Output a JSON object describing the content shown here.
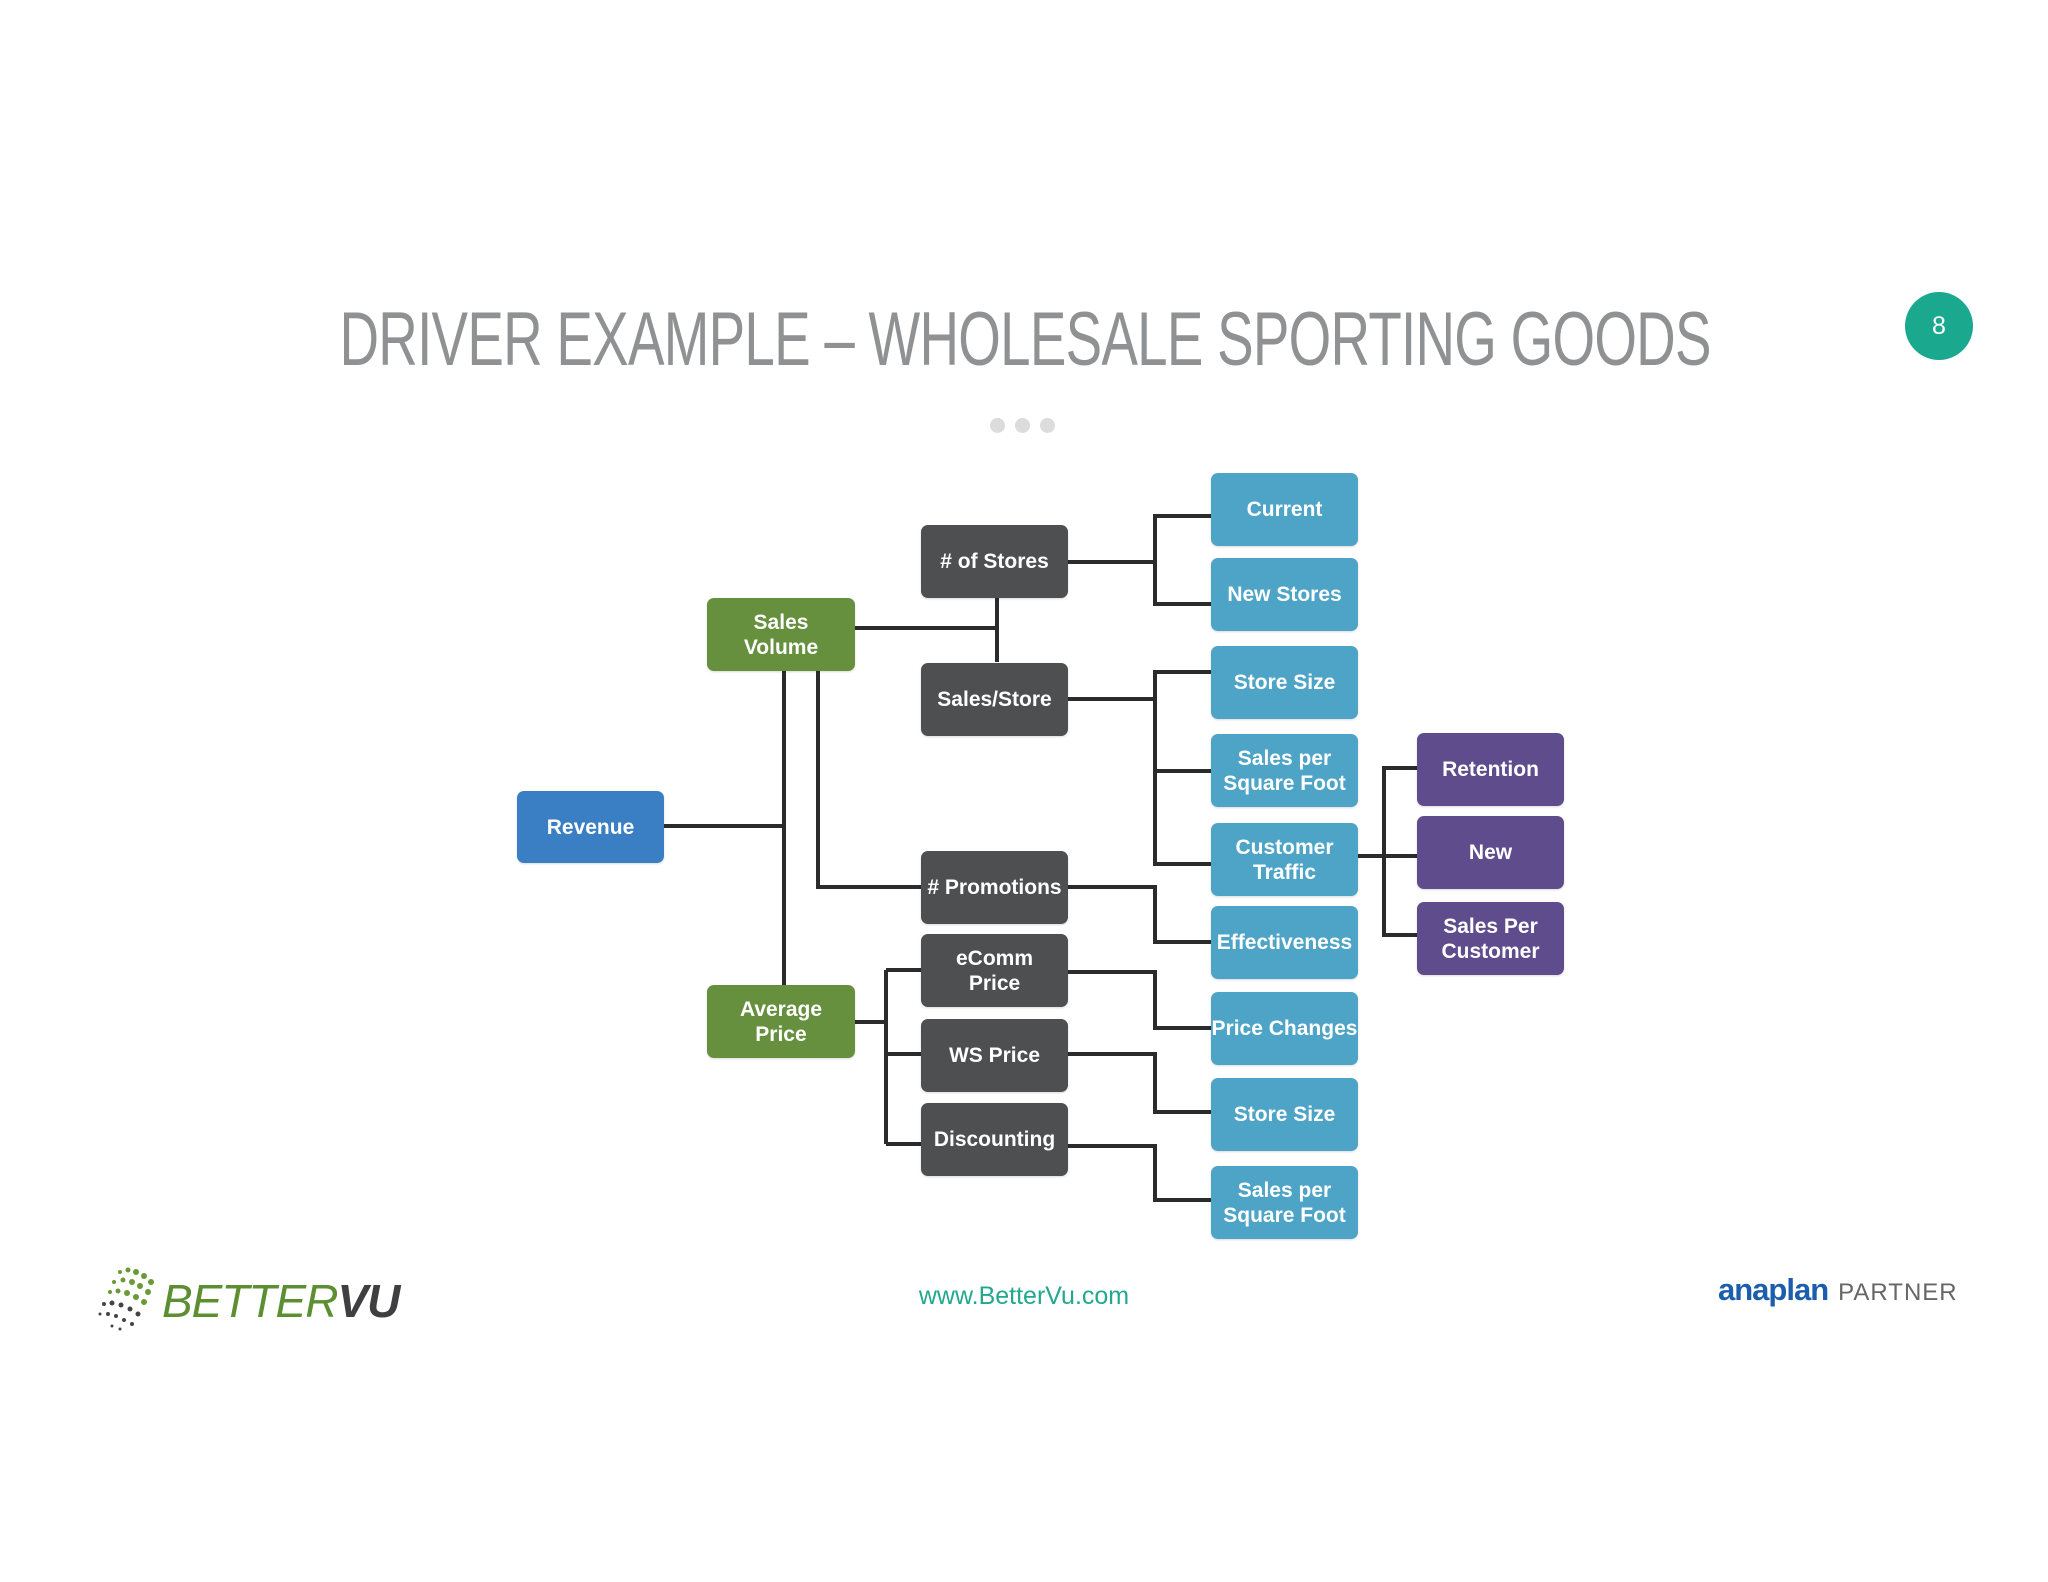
{
  "header": {
    "title": "DRIVER EXAMPLE – WHOLESALE SPORTING GOODS",
    "page_number": "8"
  },
  "diagram": {
    "nodes": {
      "revenue": "Revenue",
      "sales_volume": "Sales\nVolume",
      "average_price": "Average\nPrice",
      "num_stores": "# of Stores",
      "sales_store": "Sales/Store",
      "num_promotions": "# Promotions",
      "ecomm_price": "eComm\nPrice",
      "ws_price": "WS Price",
      "discounting": "Discounting",
      "current": "Current",
      "new_stores": "New Stores",
      "store_size_1": "Store Size",
      "sales_per_sqft_1": "Sales per\nSquare Foot",
      "customer_traffic": "Customer\nTraffic",
      "effectiveness": "Effectiveness",
      "price_changes": "Price Changes",
      "store_size_2": "Store Size",
      "sales_per_sqft_2": "Sales per\nSquare Foot",
      "retention": "Retention",
      "new": "New",
      "sales_per_customer": "Sales Per\nCustomer"
    },
    "colors": {
      "root": "#3a7ec4",
      "level1": "#66903e",
      "level2": "#4e4f51",
      "level3": "#4ea4c6",
      "level4": "#5f4c8c",
      "connector": "#2b2b2b"
    }
  },
  "footer": {
    "brand_light": "BETTER",
    "brand_bold": "VU",
    "url": "www.BetterVu.com",
    "partner_brand": "anaplan",
    "partner_label": "PARTNER"
  }
}
